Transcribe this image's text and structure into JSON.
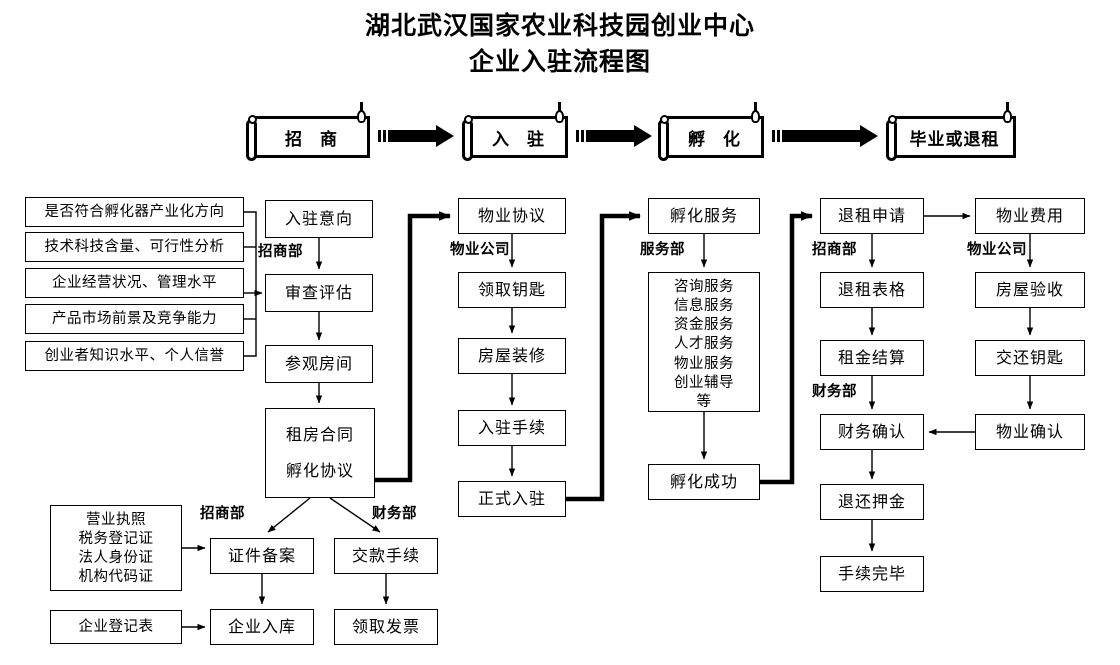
{
  "title": {
    "line1": "湖北武汉国家农业科技园创业中心",
    "line2": "企业入驻流程图"
  },
  "stages": [
    {
      "label": "招  商"
    },
    {
      "label": "入  驻"
    },
    {
      "label": "孵  化"
    },
    {
      "label": "毕业或退租"
    }
  ],
  "criteria": [
    "是否符合孵化器产业化方向",
    "技术科技含量、可行性分析",
    "企业经营状况、管理水平",
    "产品市场前景及竞争能力",
    "创业者知识水平、个人信誉"
  ],
  "columns": {
    "recruit": {
      "dept": "招商部",
      "nodes": [
        "入驻意向",
        "审查评估",
        "参观房间"
      ],
      "contract": {
        "line1": "租房合同",
        "line2": "孵化协议"
      }
    },
    "movein": {
      "dept": "物业公司",
      "nodes": [
        "物业协议",
        "领取钥匙",
        "房屋装修",
        "入驻手续",
        "正式入驻"
      ]
    },
    "incubate": {
      "dept": "服务部",
      "head": "孵化服务",
      "services": [
        "咨询服务",
        "信息服务",
        "资金服务",
        "人才服务",
        "物业服务",
        "创业辅导",
        "等"
      ],
      "tail": "孵化成功"
    },
    "exit": {
      "dept_top": "招商部",
      "dept_fin": "财务部",
      "nodes": [
        "退租申请",
        "退租表格",
        "租金结算",
        "财务确认",
        "退还押金",
        "手续完毕"
      ]
    },
    "property": {
      "dept": "物业公司",
      "nodes": [
        "物业费用",
        "房屋验收",
        "交还钥匙",
        "物业确认"
      ]
    }
  },
  "bottom": {
    "dept_left": "招商部",
    "dept_right": "财务部",
    "documents": [
      "营业执照",
      "税务登记证",
      "法人身份证",
      "机构代码证"
    ],
    "register_form": "企业登记表",
    "left_nodes": [
      "证件备案",
      "企业入库"
    ],
    "right_nodes": [
      "交款手续",
      "领取发票"
    ]
  },
  "colors": {
    "line": "#000000",
    "background": "#ffffff"
  }
}
